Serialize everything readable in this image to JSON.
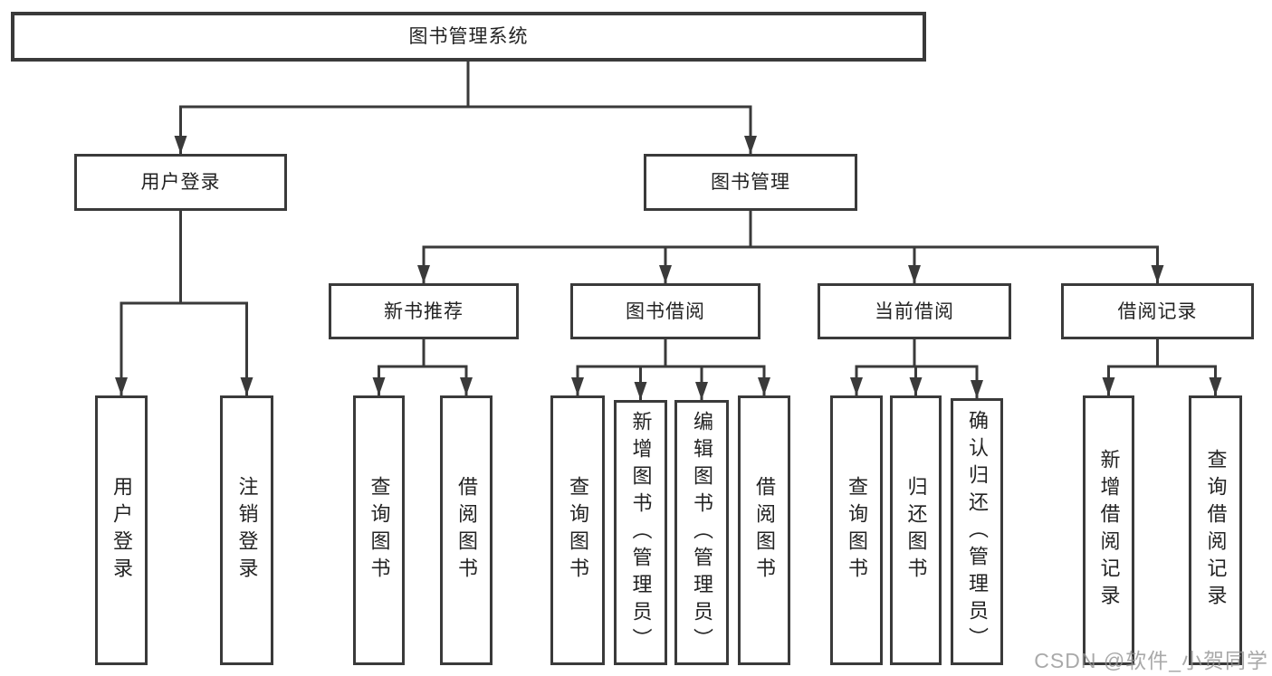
{
  "diagram_type": "hierarchy-tree",
  "tree": {
    "root": "图书管理系统",
    "children": [
      {
        "label": "用户登录",
        "children": [
          {
            "label": "用户登录"
          },
          {
            "label": "注销登录"
          }
        ]
      },
      {
        "label": "图书管理",
        "children": [
          {
            "label": "新书推荐",
            "children": [
              {
                "label": "查询图书"
              },
              {
                "label": "借阅图书"
              }
            ]
          },
          {
            "label": "图书借阅",
            "children": [
              {
                "label": "查询图书"
              },
              {
                "label": "新增图书（管理员）"
              },
              {
                "label": "编辑图书（管理员）"
              },
              {
                "label": "借阅图书"
              }
            ]
          },
          {
            "label": "当前借阅",
            "children": [
              {
                "label": "查询图书"
              },
              {
                "label": "归还图书"
              },
              {
                "label": "确认归还（管理员）"
              }
            ]
          },
          {
            "label": "借阅记录",
            "children": [
              {
                "label": "新增借阅记录"
              },
              {
                "label": "查询借阅记录"
              }
            ]
          }
        ]
      }
    ]
  },
  "watermark": {
    "text": "CSDN @软件_小贺同学"
  },
  "colors": {
    "line": "#3a3a3a",
    "node_border": "#3a3a3a",
    "text": "#232323",
    "watermark": "#949494",
    "background": "#ffffff"
  }
}
